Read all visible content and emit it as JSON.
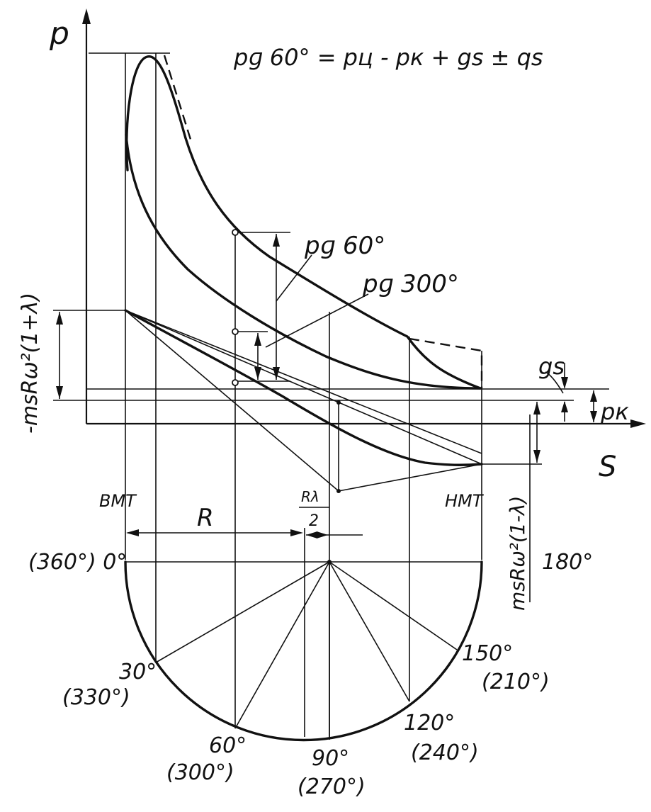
{
  "labels": {
    "axis_p": "p",
    "axis_s": "S",
    "formula": "pɡ 60° = pц - pк + gs ± qs",
    "pg60": "pɡ 60°",
    "pg300": "pɡ 300°",
    "gs": "gs",
    "pk": "pк",
    "left_inertia": "-msRω²(1+λ)",
    "right_inertia": "msRω²(1-λ)",
    "bmt": "BMT",
    "nmt": "HMT",
    "R": "R",
    "rlambda_num": "Rλ",
    "rlambda_den": "2",
    "angle_0": "(360°) 0°",
    "angle_180": "180°",
    "angle_30": "30°",
    "angle_330": "(330°)",
    "angle_60": "60°",
    "angle_300": "(300°)",
    "angle_90": "90°",
    "angle_270": "(270°)",
    "angle_120": "120°",
    "angle_240": "(240°)",
    "angle_150": "150°",
    "angle_210": "(210°)"
  }
}
